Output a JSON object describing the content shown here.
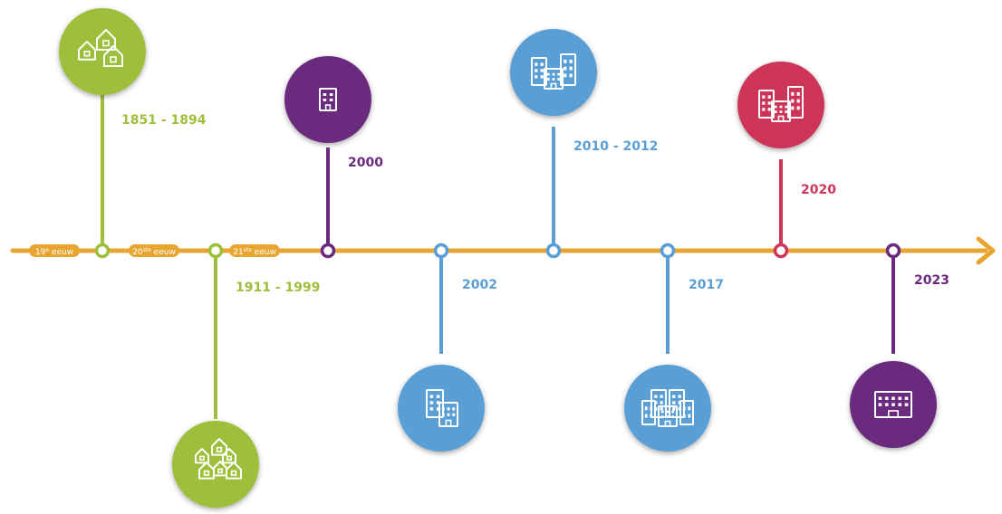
{
  "colors": {
    "axis": "#E8A531",
    "green": "#9EBF3B",
    "purple": "#6A2A7E",
    "blue": "#5A9ED6",
    "red": "#CC3659",
    "white": "#ffffff"
  },
  "eras": [
    {
      "main": "19",
      "sup": "e",
      "word": "eeuw"
    },
    {
      "main": "20",
      "sup": "ste",
      "word": "eeuw"
    },
    {
      "main": "21",
      "sup": "ste",
      "word": "eeuw"
    }
  ],
  "events": [
    {
      "label": "1851 - 1894",
      "color": "green",
      "icon": "houses-cluster-icon"
    },
    {
      "label": "1911 - 1999",
      "color": "green",
      "icon": "houses-many-icon"
    },
    {
      "label": "2000",
      "color": "purple",
      "icon": "building-small-icon"
    },
    {
      "label": "2002",
      "color": "blue",
      "icon": "buildings-two-icon"
    },
    {
      "label": "2010 - 2012",
      "color": "blue",
      "icon": "buildings-three-icon"
    },
    {
      "label": "2017",
      "color": "blue",
      "icon": "buildings-complex-icon"
    },
    {
      "label": "2020",
      "color": "red",
      "icon": "buildings-three-icon"
    },
    {
      "label": "2023",
      "color": "purple",
      "icon": "building-wide-icon"
    }
  ]
}
